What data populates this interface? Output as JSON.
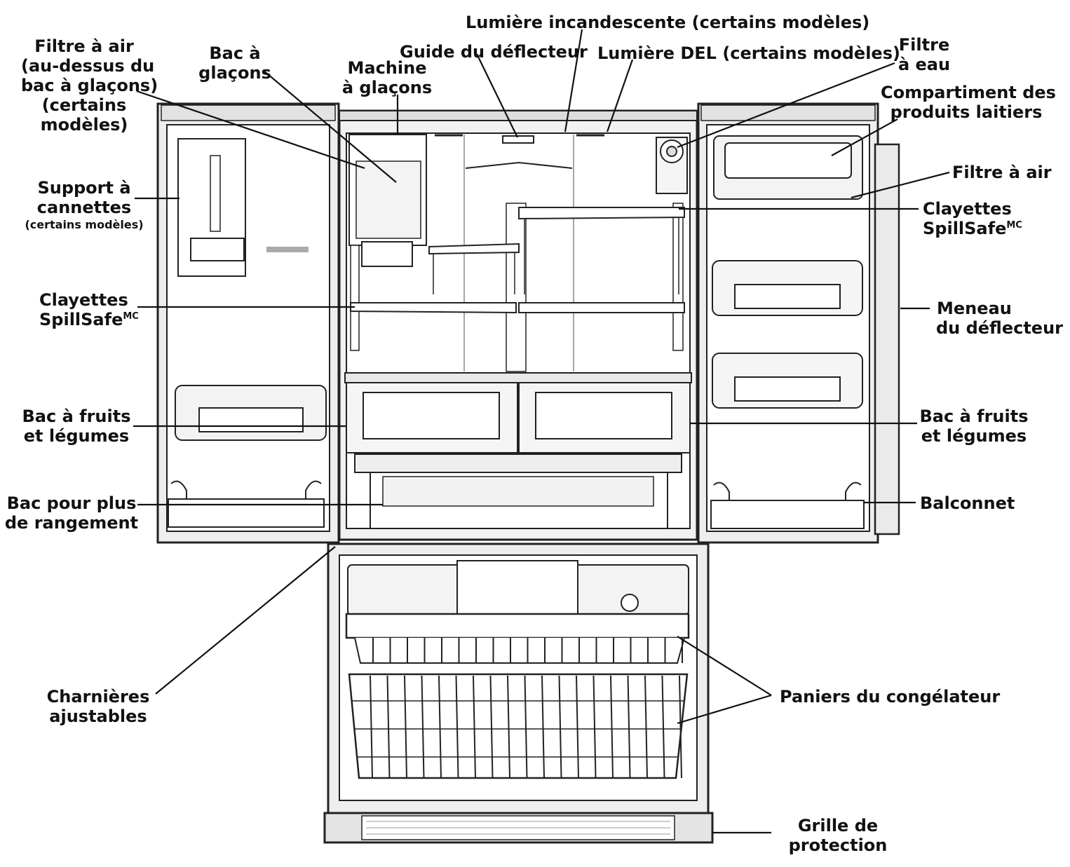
{
  "labels": {
    "filtre_air_gauche": [
      "Filtre à air",
      "(au-dessus du",
      "bac à glaçons)",
      "(certains",
      "modèles)"
    ],
    "bac_glacons": [
      "Bac à",
      "glaçons"
    ],
    "machine_glacons": [
      "Machine",
      "à glaçons"
    ],
    "guide_deflecteur": "Guide du déflecteur",
    "lumiere_incandescente": "Lumière incandescente (certains modèles)",
    "lumiere_del": "Lumière DEL (certains modèles)",
    "filtre_eau": [
      "Filtre",
      "à eau"
    ],
    "compartiment_laitiers": [
      "Compartiment des",
      "produits laitiers"
    ],
    "filtre_air_droite": "Filtre à air",
    "support_cannettes": [
      "Support à",
      "cannettes"
    ],
    "support_cannettes_note": "(certains modèles)",
    "clayettes_droite": [
      "Clayettes",
      "SpillSafe"
    ],
    "clayettes_gauche": [
      "Clayettes",
      "SpillSafe"
    ],
    "trademark": "MC",
    "meneau": [
      "Meneau",
      "du déflecteur"
    ],
    "bac_fruits_gauche": [
      "Bac à fruits",
      "et légumes"
    ],
    "bac_fruits_droite": [
      "Bac à fruits",
      "et légumes"
    ],
    "bac_rangement": [
      "Bac pour plus",
      "de rangement"
    ],
    "balconnet": "Balconnet",
    "charnieres": [
      "Charnières",
      "ajustables"
    ],
    "paniers_congelateur": "Paniers du congélateur",
    "grille": [
      "Grille de",
      "protection"
    ]
  },
  "colors": {
    "outline": "#222222",
    "panel": "#e6e6e6",
    "interior": "#ffffff",
    "shade": "#cfcfcf"
  }
}
